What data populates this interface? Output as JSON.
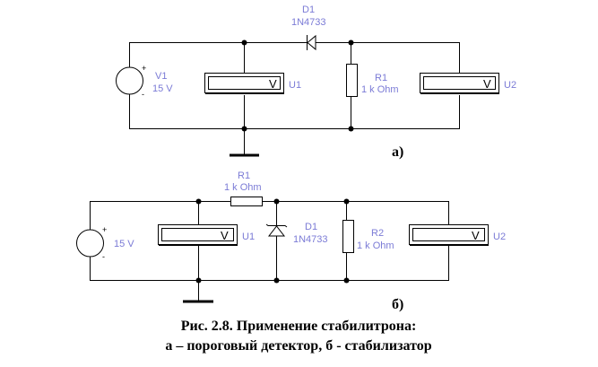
{
  "circuit_a": {
    "label": "а)",
    "source": {
      "name": "V1",
      "value": "15 V",
      "plus": "+",
      "minus": "-"
    },
    "voltmeter_1": {
      "name": "U1",
      "unit": "V"
    },
    "diode": {
      "name": "D1",
      "model": "1N4733"
    },
    "resistor": {
      "name": "R1",
      "value": "1 k Ohm"
    },
    "voltmeter_2": {
      "name": "U2",
      "unit": "V"
    }
  },
  "circuit_b": {
    "label": "б)",
    "source": {
      "value": "15 V",
      "plus": "+",
      "minus": "-"
    },
    "voltmeter_1": {
      "name": "U1",
      "unit": "V"
    },
    "resistor_1": {
      "name": "R1",
      "value": "1 k Ohm"
    },
    "diode": {
      "name": "D1",
      "model": "1N4733"
    },
    "resistor_2": {
      "name": "R2",
      "value": "1 k Ohm"
    },
    "voltmeter_2": {
      "name": "U2",
      "unit": "V"
    }
  },
  "caption": {
    "line1": "Рис. 2.8.  Применение стабилитрона:",
    "line2": "а – пороговый детектор, б - стабилизатор"
  }
}
